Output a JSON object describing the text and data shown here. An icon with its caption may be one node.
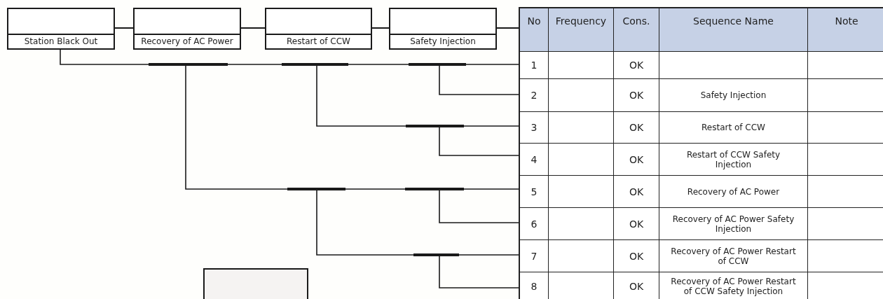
{
  "diagram": {
    "nodes": [
      {
        "text": [
          "Station Black Out"
        ]
      },
      {
        "text": [
          "Recovery of AC Power"
        ]
      },
      {
        "text": [
          "Restart of CCW"
        ]
      },
      {
        "text": [
          "Safety Injection"
        ]
      },
      {
        "text": [],
        "shape": "box"
      },
      {
        "text": [],
        "shape": "box"
      }
    ],
    "edges": [
      {
        "from": 0,
        "to": 1,
        "arrow": "none"
      },
      {
        "from": 1,
        "to": 2,
        "arrow": "none"
      },
      {
        "from": 2,
        "to": 3,
        "arrow": "none"
      },
      {
        "from": 3,
        "to": 5,
        "arrow": "none"
      },
      {
        "from": 0,
        "to": 5,
        "arrow": "none"
      }
    ],
    "labels": [
      "No",
      "Frequency",
      "Cons.",
      "Sequence Name",
      "Note",
      "1",
      "OK",
      "2",
      "OK",
      "Safety Injection",
      "3",
      "OK",
      "Restart of CCW",
      "4",
      "OK",
      "Restart of CCW Safety Injection",
      "5",
      "OK",
      "Recovery of AC Power",
      "6",
      "OK",
      "Recovery of AC Power Safety Injection",
      "7",
      "OK",
      "Recovery of AC Power Restart of CCW",
      "8",
      "OK",
      "Recovery of AC Power Restart of CCW Safety Injection"
    ]
  }
}
